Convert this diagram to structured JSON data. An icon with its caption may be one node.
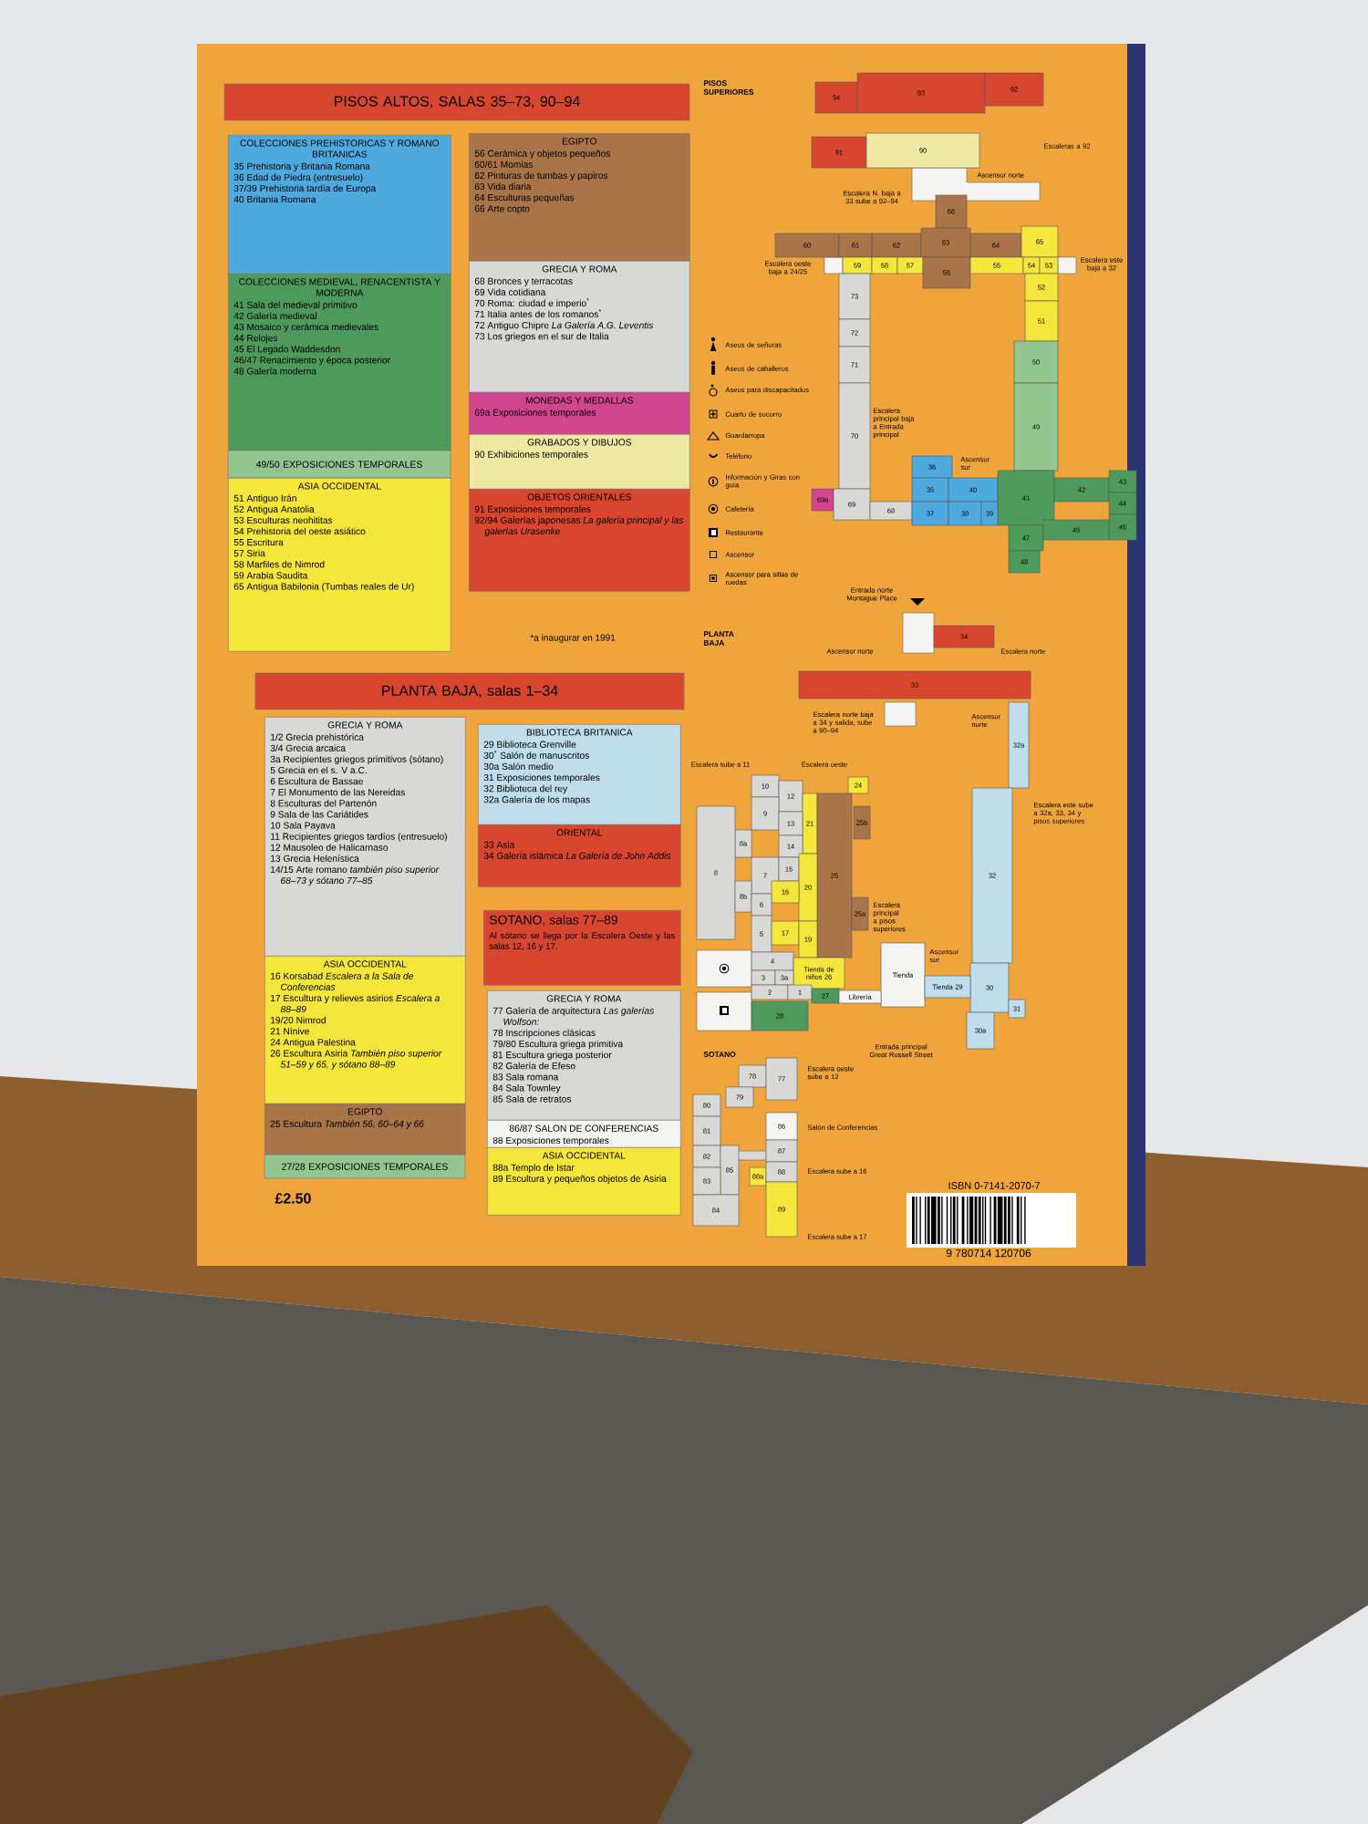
{
  "diagram": {
    "nodes": [
      {
        "text": [
          "PISOS ALTOS, SALAS 35–73, 90–94"
        ]
      },
      {
        "text": [
          "COLECCIONES PREHISTORICAS Y ROMANO BRITANICAS",
          "35 Prehistoria y Britania Romana",
          "36 Edad de Piedra (entresuelo)",
          "37/39 Prehistoria tardía de Europa",
          "40 Britania Romana"
        ]
      },
      {
        "text": [
          "COLECCIONES MEDIEVAL, RENACENTISTA Y MODERNA",
          "41 Sala del medieval primitivo",
          "42 Galería medieval",
          "43 Mosaico y cerámica medievales",
          "44 Relojes",
          "45 El Legado Waddesdon",
          "46/47 Renacimiento y época posterior",
          "48 Galería moderna"
        ]
      },
      {
        "text": [
          "49/50 EXPOSICIONES TEMPORALES"
        ]
      },
      {
        "text": [
          "ASIA OCCIDENTAL",
          "51 Antiguo Irán",
          "52 Antigua Anatolia",
          "53 Esculturas neohititas",
          "54 Prehistoria del oeste asiático",
          "55 Escritura",
          "57 Siria",
          "58 Marfiles de Nimrod",
          "59 Arabia Saudita",
          "65 Antigua Babilonia (Tumbas reales de Ur)"
        ]
      },
      {
        "text": [
          "EGIPTO",
          "56 Cerámica y objetos pequeños",
          "60/61 Momias",
          "62 Pinturas de tumbas y papiros",
          "63 Vida diaria",
          "64 Esculturas pequeñas",
          "66 Arte copto"
        ]
      },
      {
        "text": [
          "GRECIA Y ROMA",
          "68 Bronces y terracotas",
          "69 Vida cotidiana",
          "70 Roma: ciudad e imperio$^{*}$",
          "71 Italia antes de los romanos$^{*}$",
          "72 Antiguo Chipre *La Galería A.G. Leventis*",
          "73 Los griegos en el sur de Italia"
        ]
      },
      {
        "text": [
          "MONEDAS Y MEDALLAS",
          "69a Exposiciones temporales"
        ]
      },
      {
        "text": [
          "GRABADOS Y DIBUJOS",
          "90 Exhibiciones temporales"
        ]
      },
      {
        "text": [
          "OBJETOS ORIENTALES",
          "91 Exposiciones temporales",
          "92/94 Galerías japonesas *La galería principal y las galerías Urasenke*"
        ]
      },
      {
        "text": [
          "PLANTA BAJA, salas 1–34"
        ]
      },
      {
        "text": [
          "GRECIA Y ROMA",
          "1/2 Grecia prehistórica",
          "3/4 Grecia arcaica",
          "3a Recipientes griegos primitivos (sótano)",
          "5 Grecia en el s. V a.C.",
          "6 Escultura de Bassae",
          "7 El Monumento de las Nereidas",
          "8 Esculturas del Partenón",
          "9 Sala de las Cariátides",
          "10 Sala Payava",
          "11 Recipientes griegos tardíos (entresuelo)",
          "12 Mausoleo de Halicarnaso",
          "13 Grecia Helenística",
          "14/15 Arte romano *también piso superior 68–73 y sótano 77–85*"
        ]
      },
      {
        "text": [
          "ASIA OCCIDENTAL",
          "16 Korsabad *Escalera a la Sala de Conferencias*",
          "17 Escultura y relieves asirios *Escalera a 88–89*",
          "19/20 Nimrod",
          "21 Nínive",
          "24 Antigua Palestina",
          "26 Escultura Asiria *También piso superior 51–59 y 65, y sótano 88–89*"
        ]
      },
      {
        "text": [
          "EGIPTO",
          "25 Escultura *También 56, 60–64 y 66*"
        ]
      },
      {
        "text": [
          "27/28 EXPOSICIONES TEMPORALES"
        ]
      },
      {
        "text": [
          "BIBLIOTECA BRITANICA",
          "29 Biblioteca Grenville",
          "30$^{*}$ Salón de manuscritos",
          "30a Salón medio",
          "31 Exposiciones temporales",
          "32 Biblioteca del rey",
          "32a Galería de los mapas"
        ]
      },
      {
        "text": [
          "ORIENTAL",
          "33 Asia",
          "34 Galería islámica *La Galería de John Addis*"
        ]
      },
      {
        "text": [
          "SOTANO, salas 77–89",
          "Al sótano se llega por la Escalera Oeste y las salas 12, 16 y 17."
        ]
      },
      {
        "text": [
          "GRECIA Y ROMA",
          "77 Galería de arquitectura *Las galerías Wolfson:*",
          "78 Inscripciones clásicas",
          "79/80 Escultura griega primitiva",
          "81 Escultura griega posterior",
          "82 Galería de Efeso",
          "83 Sala romana",
          "84 Sala Townley",
          "85 Sala de retratos"
        ]
      },
      {
        "text": [
          "86/87 SALON DE CONFERENCIAS",
          "88 Exposiciones temporales"
        ]
      },
      {
        "text": [
          "ASIA OCCIDENTAL",
          "88a Templo de Istar",
          "89 Escultura y pequeños objetos de Asiria"
        ]
      },
      {
        "text": [
          "94"
        ]
      },
      {
        "text": [
          "93"
        ]
      },
      {
        "text": [
          "92"
        ]
      },
      {
        "text": [
          "91"
        ]
      },
      {
        "text": [
          "90"
        ]
      },
      {
        "text": [
          "66"
        ]
      },
      {
        "text": [
          "60"
        ]
      },
      {
        "text": [
          "61"
        ]
      },
      {
        "text": [
          "62"
        ]
      },
      {
        "text": [
          "63"
        ]
      },
      {
        "text": [
          "64"
        ]
      },
      {
        "text": [
          "65"
        ]
      },
      {
        "text": [
          "59"
        ]
      },
      {
        "text": [
          "58"
        ]
      },
      {
        "text": [
          "57"
        ]
      },
      {
        "text": [
          "56"
        ]
      },
      {
        "text": [
          "55"
        ]
      },
      {
        "text": [
          "54"
        ]
      },
      {
        "text": [
          "53"
        ]
      },
      {
        "text": [
          "73"
        ]
      },
      {
        "text": [
          "52"
        ]
      },
      {
        "text": [
          "51"
        ]
      },
      {
        "text": [
          "72"
        ]
      },
      {
        "text": [
          "50"
        ]
      },
      {
        "text": [
          "71"
        ]
      },
      {
        "text": [
          "49"
        ]
      },
      {
        "text": [
          "70"
        ]
      },
      {
        "text": [
          "36"
        ]
      },
      {
        "text": [
          "35"
        ]
      },
      {
        "text": [
          "40"
        ]
      },
      {
        "text": [
          "41"
        ]
      },
      {
        "text": [
          "42"
        ]
      },
      {
        "text": [
          "43"
        ]
      },
      {
        "text": [
          "69a"
        ]
      },
      {
        "text": [
          "69"
        ]
      },
      {
        "text": [
          "68"
        ]
      },
      {
        "text": [
          "37"
        ]
      },
      {
        "text": [
          "38"
        ]
      },
      {
        "text": [
          "39"
        ]
      },
      {
        "text": [
          "44"
        ]
      },
      {
        "text": [
          "45"
        ]
      },
      {
        "text": [
          "47"
        ]
      },
      {
        "text": [
          "46"
        ]
      },
      {
        "text": [
          "48"
        ]
      },
      {
        "text": [
          "34"
        ]
      },
      {
        "text": [
          "33"
        ]
      },
      {
        "text": [
          "24"
        ]
      },
      {
        "text": [
          "32a"
        ]
      },
      {
        "text": [
          "10"
        ]
      },
      {
        "text": [
          "12"
        ]
      },
      {
        "text": [
          "21"
        ]
      },
      {
        "text": [
          "25b"
        ]
      },
      {
        "text": [
          "9"
        ]
      },
      {
        "text": [
          "13"
        ]
      },
      {
        "text": [
          "8a"
        ]
      },
      {
        "text": [
          "8"
        ]
      },
      {
        "text": [
          "14"
        ]
      },
      {
        "text": [
          "32"
        ]
      },
      {
        "text": [
          "25"
        ]
      },
      {
        "text": [
          "7"
        ]
      },
      {
        "text": [
          "15"
        ]
      },
      {
        "text": [
          "20"
        ]
      },
      {
        "text": [
          "16"
        ]
      },
      {
        "text": [
          "8b"
        ]
      },
      {
        "text": [
          "6"
        ]
      },
      {
        "text": [
          "25a"
        ]
      },
      {
        "text": [
          "5"
        ]
      },
      {
        "text": [
          "17"
        ]
      },
      {
        "text": [
          "19"
        ]
      },
      {
        "text": [
          "Tienda"
        ]
      },
      {
        "text": [
          "4"
        ]
      },
      {
        "text": [
          "Tienda de niños 26"
        ]
      },
      {
        "text": [
          "3"
        ]
      },
      {
        "text": [
          "3a"
        ]
      },
      {
        "text": [
          "30"
        ]
      },
      {
        "text": [
          "Tienda 29"
        ]
      },
      {
        "text": [
          "2"
        ]
      },
      {
        "text": [
          "1"
        ]
      },
      {
        "text": [
          "27"
        ]
      },
      {
        "text": [
          "Librería"
        ]
      },
      {
        "text": [
          "31"
        ]
      },
      {
        "text": [
          "28"
        ]
      },
      {
        "text": [
          "30a"
        ]
      },
      {
        "text": [
          "78"
        ]
      },
      {
        "text": [
          "77"
        ]
      },
      {
        "text": [
          "79"
        ]
      },
      {
        "text": [
          "80"
        ]
      },
      {
        "text": [
          "86"
        ]
      },
      {
        "text": [
          "81"
        ]
      },
      {
        "text": [
          "87"
        ]
      },
      {
        "text": [
          "82"
        ]
      },
      {
        "text": [
          "85"
        ]
      },
      {
        "text": [
          "83"
        ]
      },
      {
        "text": [
          "88a"
        ]
      },
      {
        "text": [
          "88"
        ]
      },
      {
        "text": [
          "89"
        ]
      },
      {
        "text": [
          "84"
        ]
      }
    ],
    "labels": [
      "*a inaugurar en 1991",
      "£2.50",
      "PISOS SUPERIORES",
      "Escaleras a 92",
      "Ascensor norte",
      "Escalera N. baja a 33 sube a 92–94",
      "Escalera oeste baja a 24/25",
      "Escalera este baja a 32",
      "Escalera principal baja a Entrada principal",
      "Ascensor sur",
      "Entrada norte Montague Place",
      "PLANTA BAJA",
      "Ascensor norte",
      "Escalera norte",
      "Escalera norte baja a 34 y salida, sube a 90–94",
      "Ascensor norte",
      "Escalera sube a 11",
      "Escalera oeste",
      "Escalera este sube a 32a, 33, 34 y pisos superiores",
      "Escalera principal a pisos superiores",
      "Ascensor sur",
      "Entrada principal Great Russell Street",
      "SOTANO",
      "Escalera oeste sube a 12",
      "Salón de Conferencias",
      "Escalera sube a 16",
      "Escalera sube a 17",
      "ISBN 0-7141-2070-7",
      "9 780714 120706"
    ],
    "legend": [
      {
        "text": "Aseos de señoras"
      },
      {
        "text": "Aseos de caballeros"
      },
      {
        "text": "Aseos para discapacitados"
      },
      {
        "text": "Cuarto de socorro"
      },
      {
        "text": "Guardarropa"
      },
      {
        "text": "Teléfono"
      },
      {
        "text": "Información y Giras con guía"
      },
      {
        "text": "Cafetería"
      },
      {
        "text": "Restaurante"
      },
      {
        "text": "Ascensor"
      },
      {
        "text": "Ascensor para sillas de ruedas"
      }
    ]
  }
}
